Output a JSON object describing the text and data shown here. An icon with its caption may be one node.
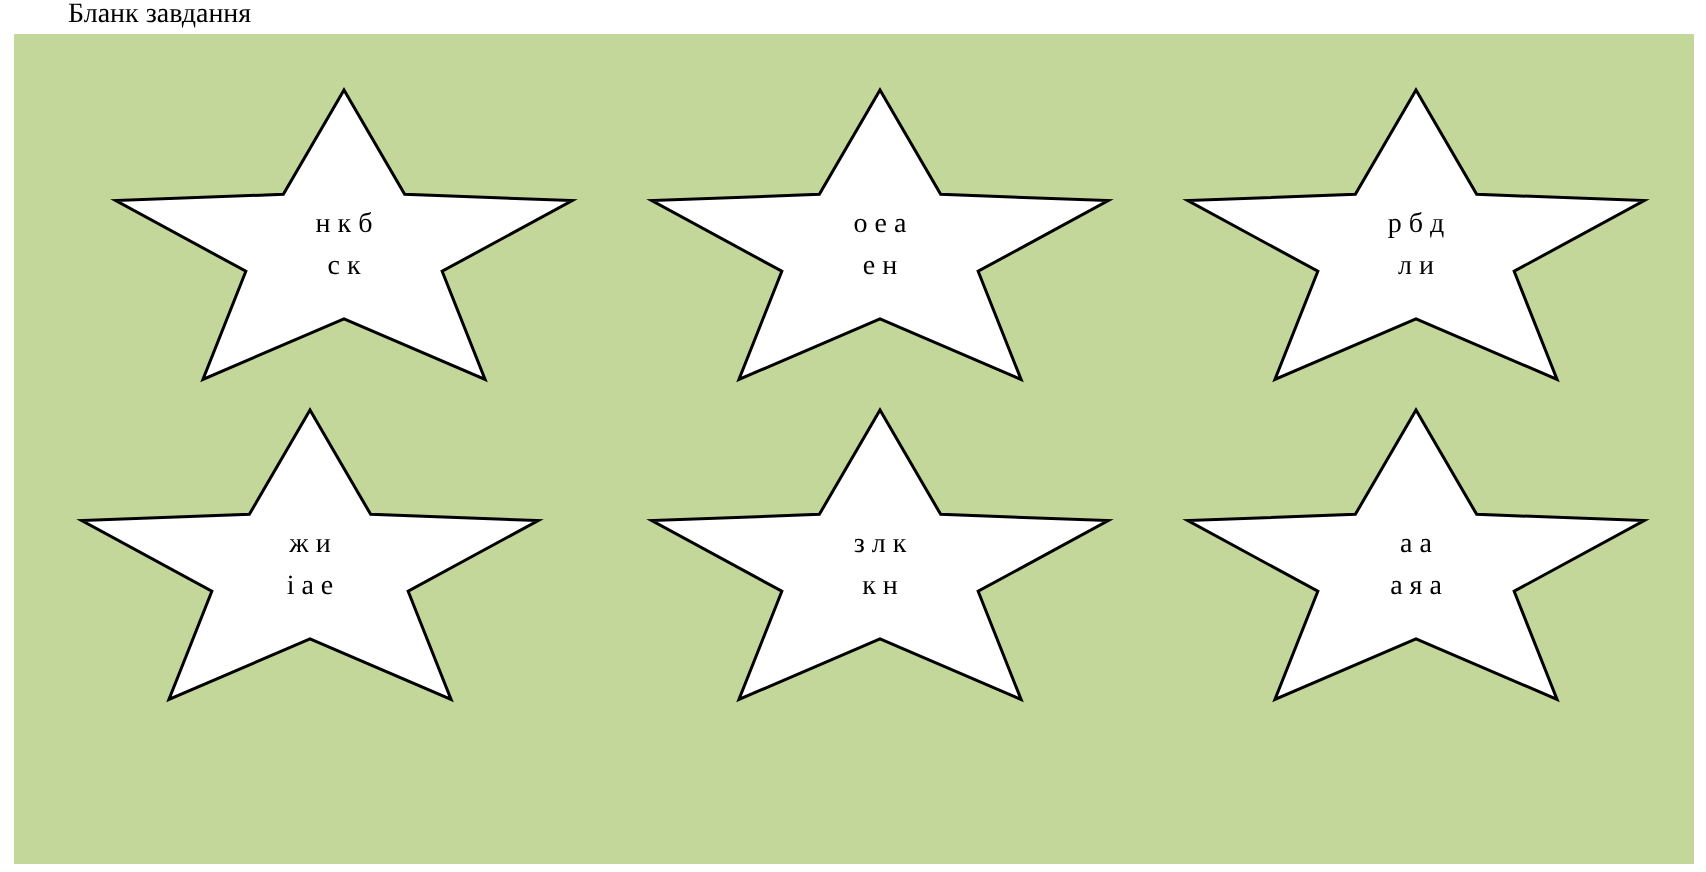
{
  "diagram": {
    "title": "Бланк завдання",
    "nodes": [
      {
        "text": [
          "н к б",
          "с к"
        ]
      },
      {
        "text": [
          "о е а",
          "е н"
        ]
      },
      {
        "text": [
          "р б д",
          "л и"
        ]
      },
      {
        "text": [
          "ж и",
          "і а е"
        ]
      },
      {
        "text": [
          "з л к",
          "к н"
        ]
      },
      {
        "text": [
          "а а",
          "а я а"
        ]
      }
    ]
  }
}
